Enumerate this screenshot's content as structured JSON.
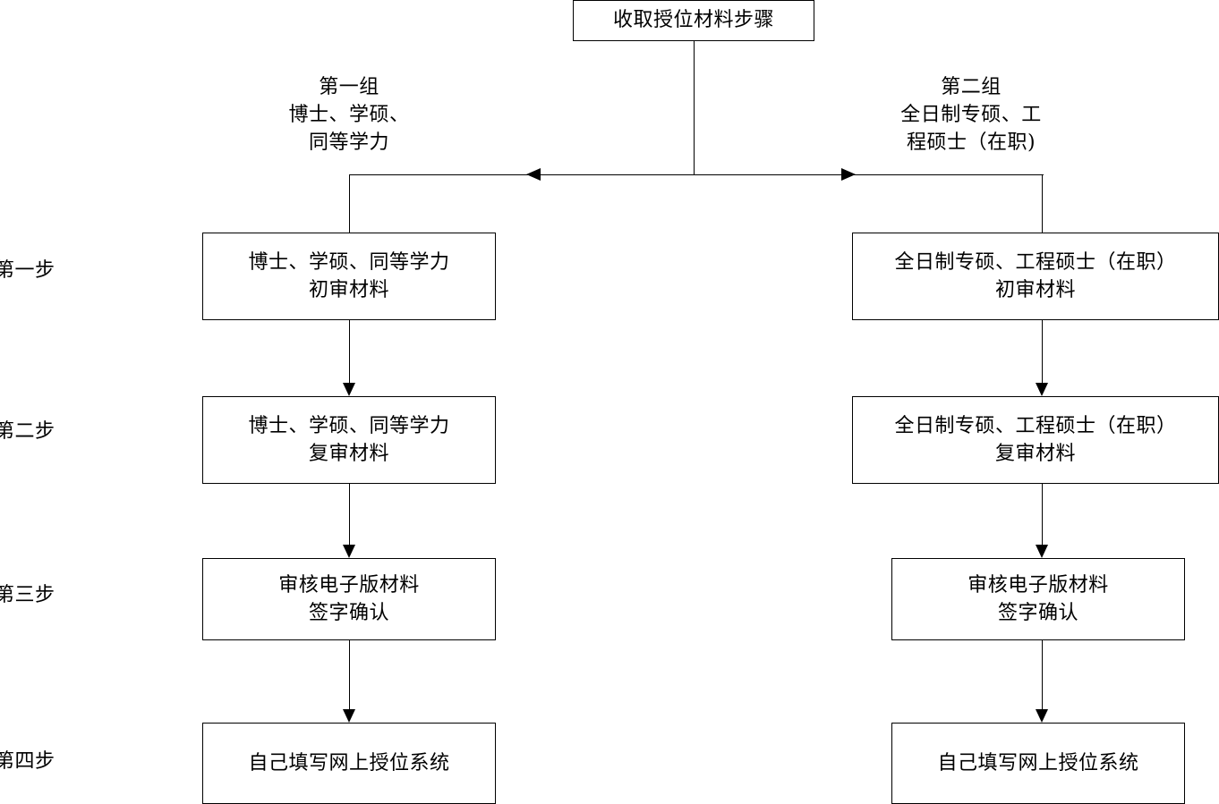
{
  "diagram": {
    "title_box": {
      "lines": [
        "收取授位材料步骤"
      ]
    },
    "group_captions": [
      {
        "id": "group-one",
        "lines": [
          "第一组",
          "博士、学硕、",
          "同等学力"
        ]
      },
      {
        "id": "group-two",
        "lines": [
          "第二组",
          "全日制专硕、工",
          "程硕士（在职)"
        ]
      }
    ],
    "step_labels": [
      {
        "id": "step-1",
        "text": "第一步"
      },
      {
        "id": "step-2",
        "text": "第二步"
      },
      {
        "id": "step-3",
        "text": "第三步"
      },
      {
        "id": "step-4",
        "text": "第四步"
      }
    ],
    "left_column": [
      {
        "id": "left-step-1",
        "lines": [
          "博士、学硕、同等学力",
          "初审材料"
        ]
      },
      {
        "id": "left-step-2",
        "lines": [
          "博士、学硕、同等学力",
          "复审材料"
        ]
      },
      {
        "id": "left-step-3",
        "lines": [
          "审核电子版材料",
          "签字确认"
        ]
      },
      {
        "id": "left-step-4",
        "lines": [
          "自己填写网上授位系统"
        ]
      }
    ],
    "right_column": [
      {
        "id": "right-step-1",
        "lines": [
          "全日制专硕、工程硕士（在职）",
          "初审材料"
        ]
      },
      {
        "id": "right-step-2",
        "lines": [
          "全日制专硕、工程硕士（在职）",
          "复审材料"
        ]
      },
      {
        "id": "right-step-3",
        "lines": [
          "审核电子版材料",
          "签字确认"
        ]
      },
      {
        "id": "right-step-4",
        "lines": [
          "自己填写网上授位系统"
        ]
      }
    ],
    "colors": {
      "stroke": "#000000",
      "fill": "#ffffff",
      "text": "#000000"
    }
  }
}
